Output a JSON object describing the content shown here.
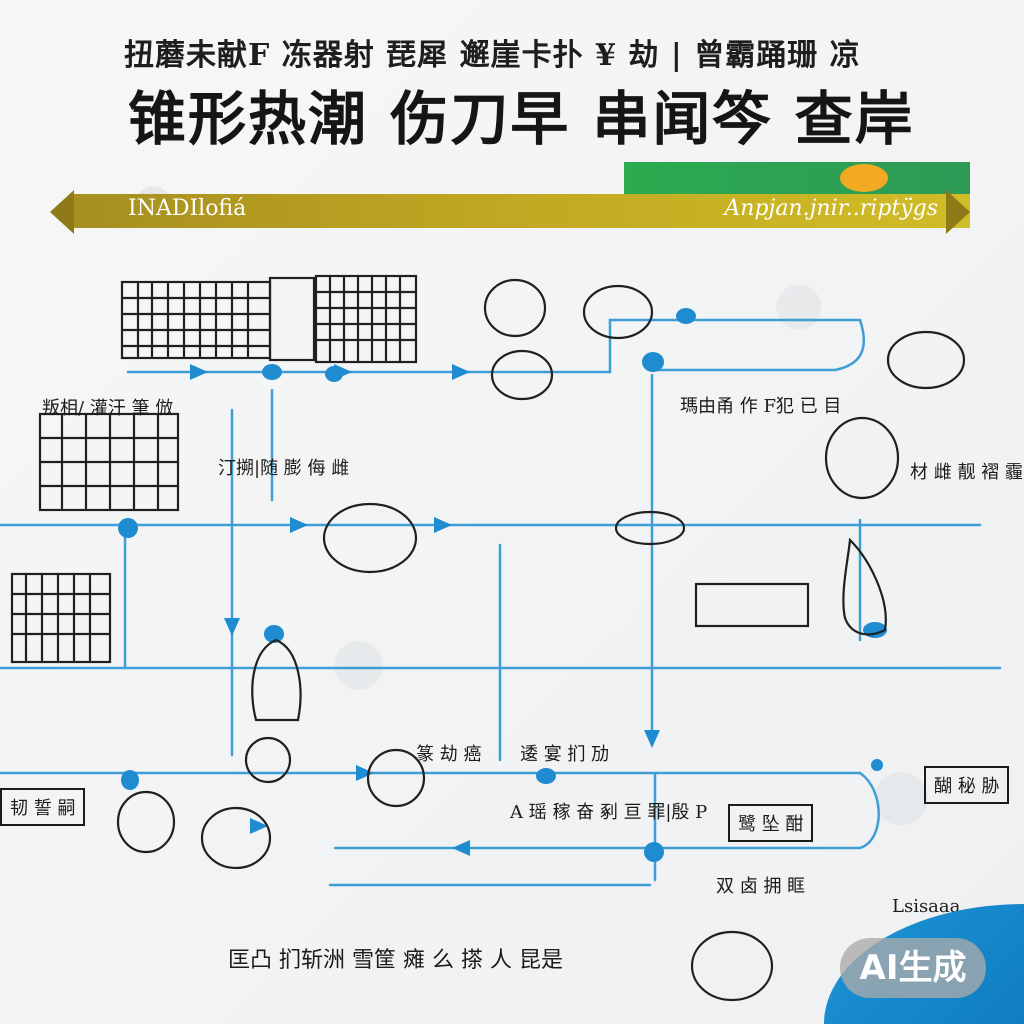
{
  "header": {
    "subtitle": "扭蘑未献F 冻器射 琵犀 邂崖卡扑 ¥ 劫 | 曾霸踊珊 凉",
    "title": "锥形热潮 伤刀早 串闻笒 查岸"
  },
  "banner": {
    "left_label": "INADIlofiá",
    "right_label": "Anpjan.jnir..riptÿgs"
  },
  "labels": {
    "top_right": "瑪由甬 作 F犯 已 目",
    "left_upper": "叛相/ 灌汗 筆 倣",
    "left_mid": "汀搠|随 膨 侮 雌",
    "right_mid": "材 雌 靓 褶 霾",
    "center_left": "篆 劫 癌",
    "center_right": "逶 宴 扪 劢",
    "long_row": "A 瑶 稼 奋 剢 亘 罪|殷 P",
    "right_small_box": "鹭 坠 酣",
    "far_right_box": "醐 秘 胁",
    "far_left_box": "韧 誓 嗣",
    "lower_right": "双 卤 拥 眶",
    "lower_far_right": "Lsisaaa",
    "bottom": "匡凸 扪斩洲 雪筐 瘫 么 搽 人 昆是"
  },
  "badge": {
    "text": "AI生成"
  },
  "colors": {
    "blue": "#1f8bd1",
    "line_blue": "#3f9ed6",
    "gold": "#b59a21",
    "green": "#2a9f52",
    "sun": "#f2aa24",
    "ink": "#1b1b1b"
  }
}
